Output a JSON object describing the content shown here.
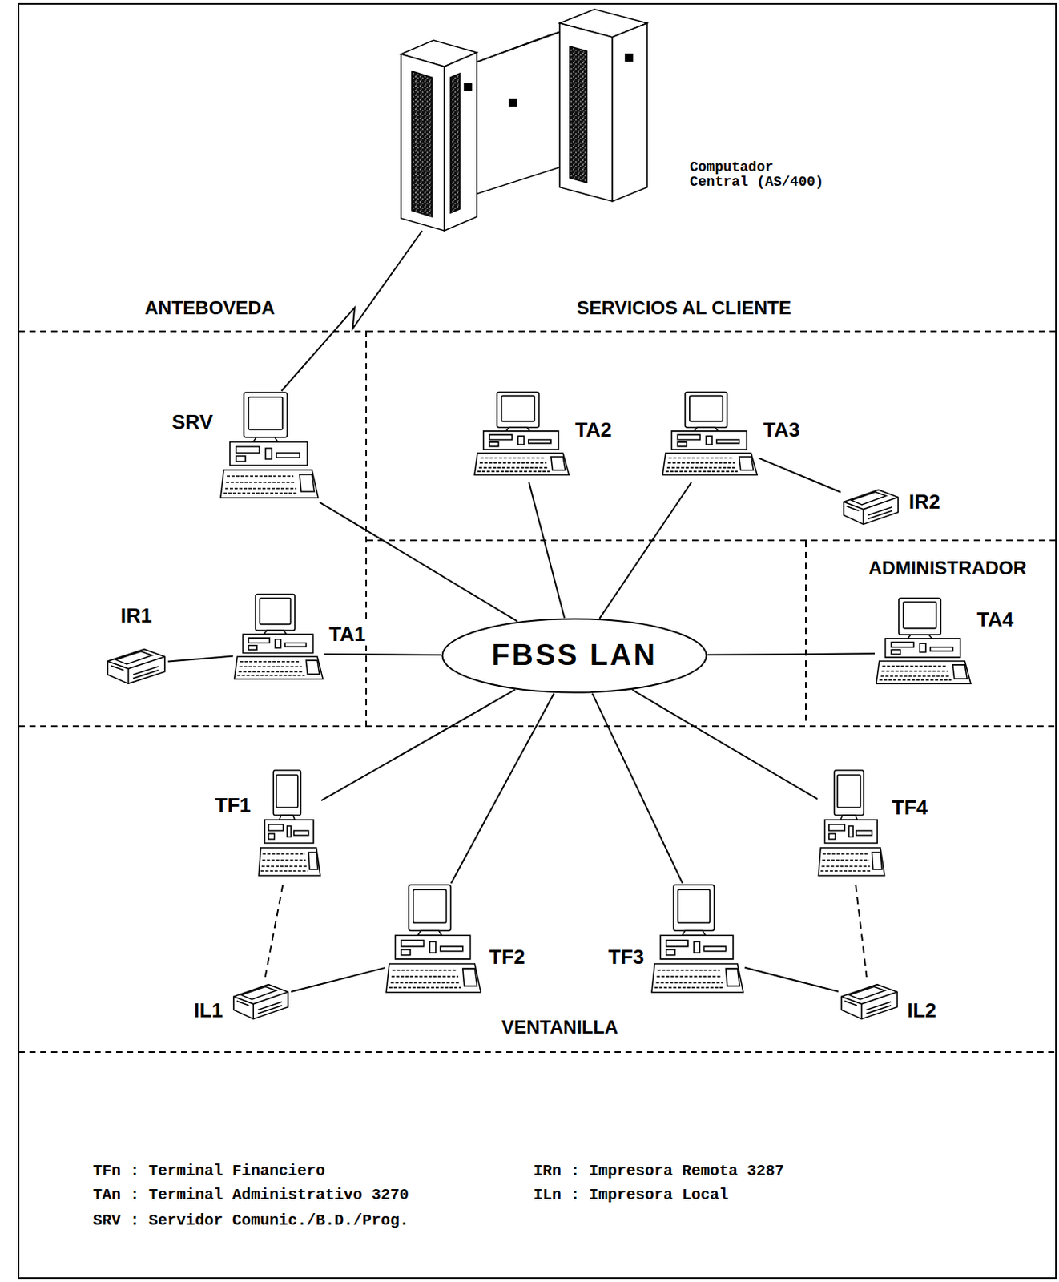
{
  "diagram": {
    "nodes": [
      {
        "text": [
          "Computador Central (AS/400)"
        ]
      },
      {
        "text": [
          "ANTEBOVEDA"
        ]
      },
      {
        "text": [
          "SERVICIOS AL CLIENTE"
        ]
      },
      {
        "text": [
          "SRV"
        ],
        "in": 1
      },
      {
        "text": [
          "TA2"
        ],
        "in": 2
      },
      {
        "text": [
          "TA3"
        ],
        "in": 2
      },
      {
        "text": [
          "IR2"
        ],
        "in": 2
      },
      {
        "text": [
          "ADMINISTRADOR"
        ]
      },
      {
        "text": [
          "IR1"
        ],
        "in": 1
      },
      {
        "text": [
          "TA1"
        ],
        "in": 1
      },
      {
        "text": [
          "FBSS LAN"
        ]
      },
      {
        "text": [
          "TA4"
        ],
        "in": 7
      },
      {
        "text": [
          "VENTANILLA"
        ]
      },
      {
        "text": [
          "TF1"
        ],
        "in": 12
      },
      {
        "text": [
          "TF4"
        ],
        "in": 12
      },
      {
        "text": [
          "TF2"
        ],
        "in": 12
      },
      {
        "text": [
          "TF3"
        ],
        "in": 12
      },
      {
        "text": [
          "IL1"
        ],
        "in": 12
      },
      {
        "text": [
          "IL2"
        ],
        "in": 12
      }
    ],
    "edges": [
      {
        "from": 3,
        "to": 0,
        "arrow": "none"
      },
      {
        "from": 3,
        "to": 10,
        "arrow": "none"
      },
      {
        "from": 4,
        "to": 10,
        "arrow": "none"
      },
      {
        "from": 5,
        "to": 10,
        "arrow": "none"
      },
      {
        "from": 5,
        "to": 6,
        "arrow": "none"
      },
      {
        "from": 8,
        "to": 9,
        "arrow": "none"
      },
      {
        "from": 9,
        "to": 10,
        "arrow": "none"
      },
      {
        "from": 11,
        "to": 10,
        "arrow": "none"
      },
      {
        "from": 13,
        "to": 10,
        "arrow": "none"
      },
      {
        "from": 15,
        "to": 10,
        "arrow": "none"
      },
      {
        "from": 16,
        "to": 10,
        "arrow": "none"
      },
      {
        "from": 14,
        "to": 10,
        "arrow": "none"
      },
      {
        "from": 13,
        "to": 17,
        "arrow": "none"
      },
      {
        "from": 15,
        "to": 17,
        "arrow": "none"
      },
      {
        "from": 16,
        "to": 18,
        "arrow": "none"
      },
      {
        "from": 14,
        "to": 18,
        "arrow": "none"
      }
    ],
    "legend": [
      {
        "text": "TFn : Terminal Financiero"
      },
      {
        "text": "IRn : Impresora Remota 3287"
      },
      {
        "text": "TAn : Terminal Administrativo 3270"
      },
      {
        "text": "ILn : Impresora Local"
      },
      {
        "text": "SRV : Servidor Comunic./B.D./Prog."
      }
    ]
  }
}
